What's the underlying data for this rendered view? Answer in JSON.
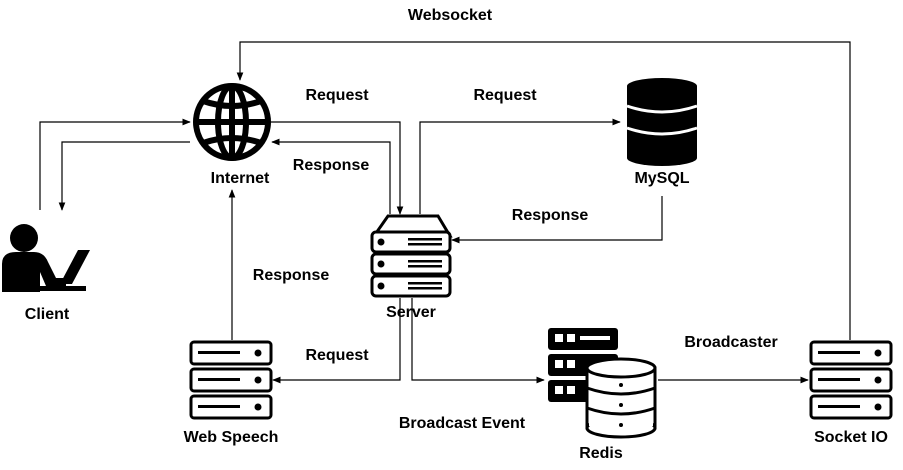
{
  "nodes": {
    "internet": "Internet",
    "client": "Client",
    "server": "Server",
    "mysql": "MySQL",
    "web_speech": "Web Speech",
    "redis": "Redis",
    "socket_io": "Socket IO"
  },
  "edges": {
    "websocket": "Websocket",
    "request_internet_server": "Request",
    "response_server_internet": "Response",
    "request_server_mysql": "Request",
    "response_mysql_server": "Response",
    "response_webspeech_internet": "Response",
    "request_server_webspeech": "Request",
    "broadcast_event": "Broadcast Event",
    "broadcaster": "Broadcaster"
  },
  "icons": {
    "internet": "globe-icon",
    "client": "user-laptop-icon",
    "server": "server-icon",
    "mysql": "database-icon",
    "web_speech": "server-icon",
    "redis": "redis-icon",
    "socket_io": "server-icon"
  }
}
